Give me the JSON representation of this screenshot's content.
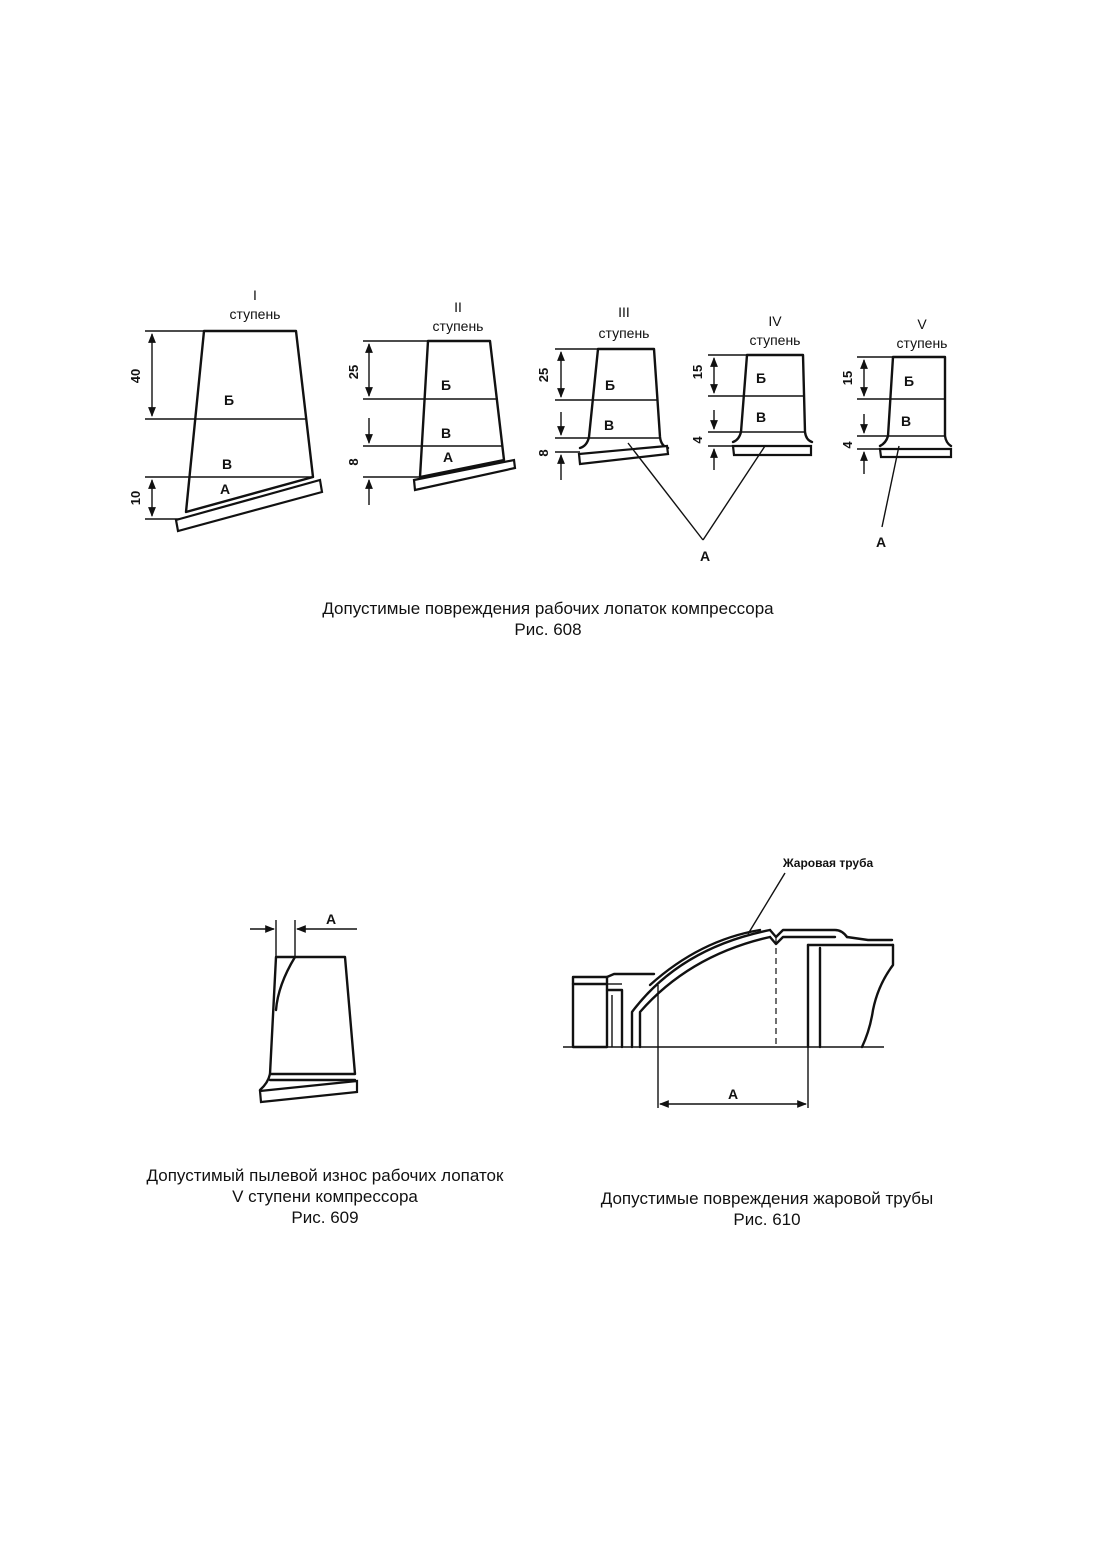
{
  "fig608": {
    "stages": [
      {
        "num": "I",
        "word": "ступень",
        "dims": [
          "40",
          "10"
        ]
      },
      {
        "num": "II",
        "word": "ступень",
        "dims": [
          "25",
          "8"
        ]
      },
      {
        "num": "III",
        "word": "ступень",
        "dims": [
          "25",
          "8"
        ]
      },
      {
        "num": "IV",
        "word": "ступень",
        "dims": [
          "15",
          "4"
        ]
      },
      {
        "num": "V",
        "word": "ступень",
        "dims": [
          "15",
          "4"
        ]
      }
    ],
    "zones": {
      "a": "А",
      "b": "Б",
      "v": "В"
    },
    "caption": {
      "title": "Допустимые повреждения рабочих лопаток компрессора",
      "fig": "Рис. 608"
    }
  },
  "fig609": {
    "dim_label": "А",
    "caption": {
      "line1": "Допустимый пылевой износ рабочих лопаток",
      "line2": "V ступени компрессора",
      "fig": "Рис. 609"
    }
  },
  "fig610": {
    "callout": "Жаровая труба",
    "dim_label": "А",
    "caption": {
      "title": "Допустимые повреждения жаровой трубы",
      "fig": "Рис. 610"
    }
  }
}
